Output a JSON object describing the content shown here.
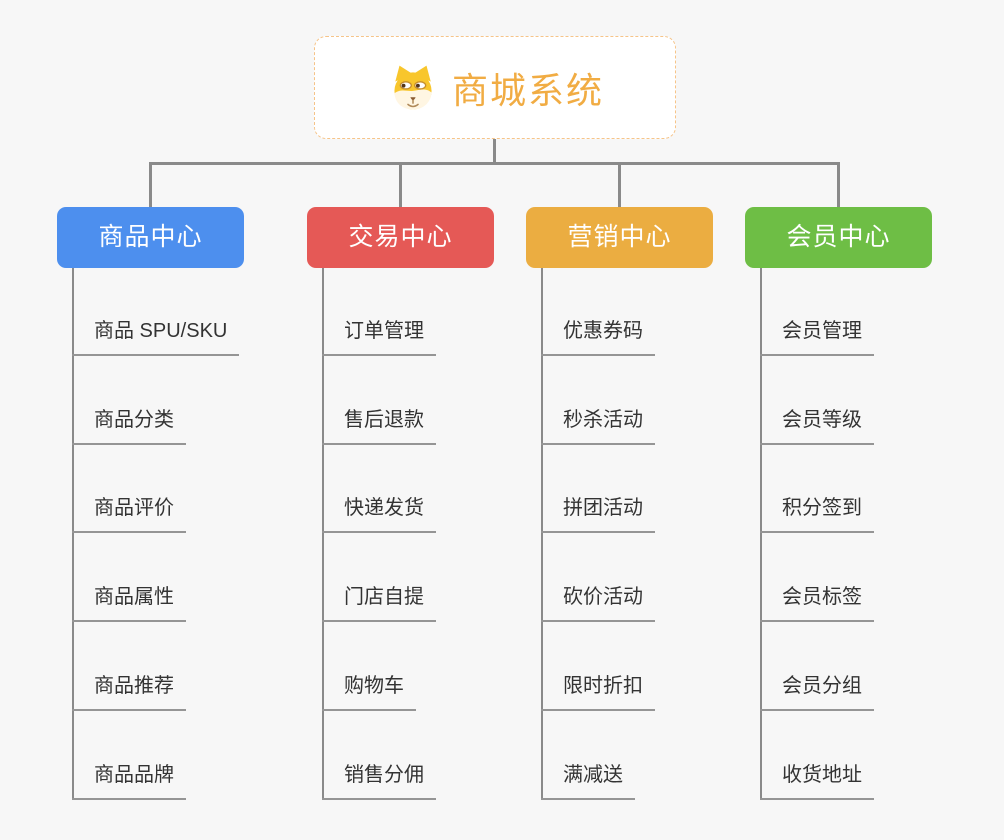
{
  "root": {
    "title": "商城系统"
  },
  "branches": [
    {
      "label": "商品中心",
      "color": "#4D8FEE",
      "items": [
        "商品 SPU/SKU",
        "商品分类",
        "商品评价",
        "商品属性",
        "商品推荐",
        "商品品牌"
      ]
    },
    {
      "label": "交易中心",
      "color": "#E55956",
      "items": [
        "订单管理",
        "售后退款",
        "快递发货",
        "门店自提",
        "购物车",
        "销售分佣"
      ]
    },
    {
      "label": "营销中心",
      "color": "#EBAD41",
      "items": [
        "优惠券码",
        "秒杀活动",
        "拼团活动",
        "砍价活动",
        "限时折扣",
        "满减送"
      ]
    },
    {
      "label": "会员中心",
      "color": "#6EBE45",
      "items": [
        "会员管理",
        "会员等级",
        "积分签到",
        "会员标签",
        "会员分组",
        "收货地址"
      ]
    }
  ],
  "palette": {
    "background": "#F7F7F7",
    "connector": "#8A8A8A",
    "underline": "#959595",
    "root_accent": "#F1AC43",
    "root_border": "#F6C489",
    "leaf_text": "#333333"
  }
}
